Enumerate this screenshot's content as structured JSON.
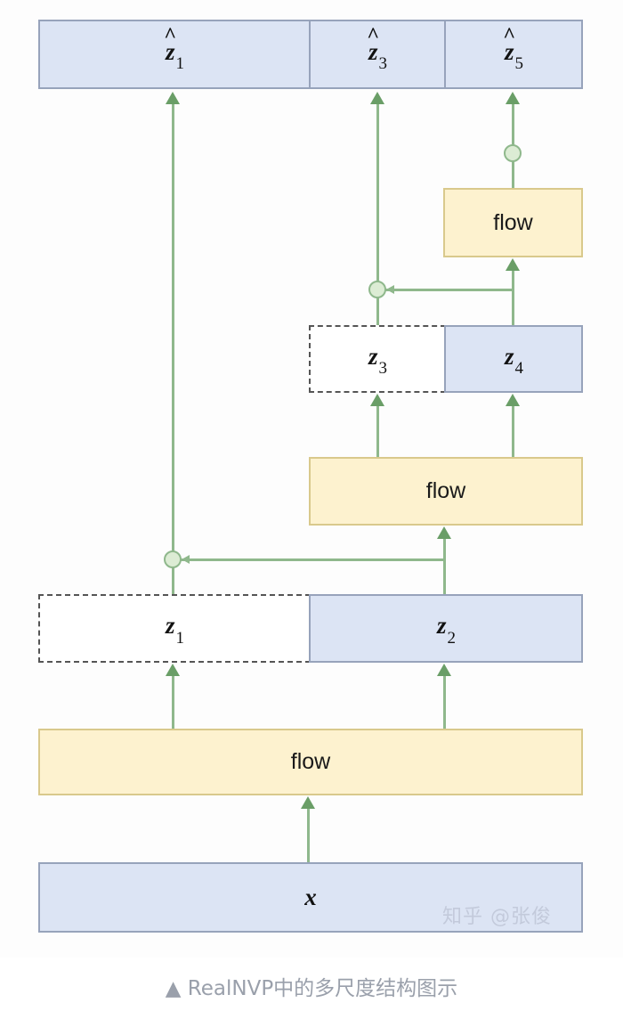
{
  "figure": {
    "caption": "▲ RealNVP中的多尺度结构图示",
    "watermark": "知乎 @张俊",
    "colors": {
      "box_blue_fill": "#dce4f4",
      "box_blue_border": "#97a3bb",
      "box_yellow_fill": "#fdf2cf",
      "box_yellow_border": "#d9c98c",
      "dashed_border": "#555555",
      "arrow_green": "#8fb88c",
      "arrowhead_green": "#6a9e67",
      "junction_fill": "#dcecd4",
      "background": "#fdfdfd",
      "caption_text": "#9aa0ab"
    }
  },
  "output_bar": {
    "segments": [
      {
        "base": "z",
        "sub": "1",
        "hat": "^",
        "text": "ẑ1"
      },
      {
        "base": "z",
        "sub": "3",
        "hat": "^",
        "text": "ẑ3"
      },
      {
        "base": "z",
        "sub": "5",
        "hat": "^",
        "text": "ẑ5"
      }
    ]
  },
  "nodes": {
    "flow_top": "flow",
    "flow_mid": "flow",
    "flow_bottom": "flow",
    "z3": "z3",
    "z4": "z4",
    "z1": "z1",
    "z2": "z2",
    "x": "x"
  },
  "latent_labels": {
    "z1": {
      "base": "z",
      "sub": "1"
    },
    "z2": {
      "base": "z",
      "sub": "2"
    },
    "z3": {
      "base": "z",
      "sub": "3"
    },
    "z4": {
      "base": "z",
      "sub": "4"
    },
    "x": {
      "base": "x",
      "sub": ""
    }
  }
}
